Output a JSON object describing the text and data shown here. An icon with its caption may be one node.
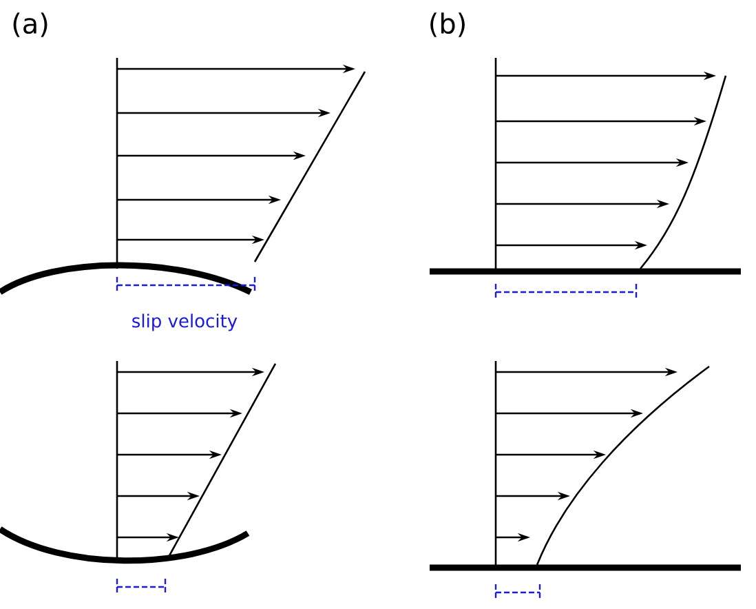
{
  "diagram": {
    "labels": [
      "(a)",
      "(b)",
      "slip velocity"
    ]
  }
}
